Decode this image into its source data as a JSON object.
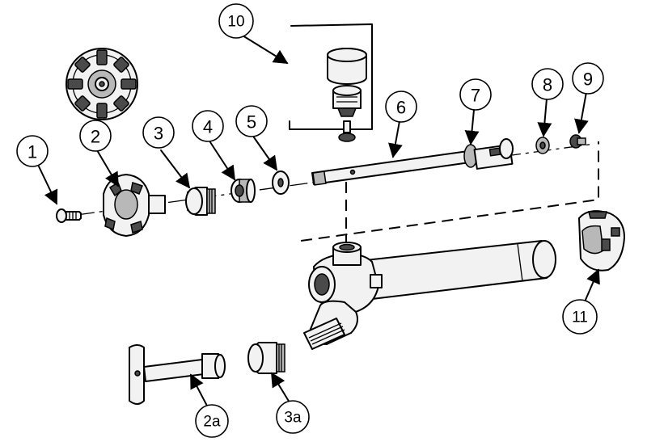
{
  "diagram": {
    "callouts": [
      {
        "id": "1",
        "label": "1"
      },
      {
        "id": "2",
        "label": "2"
      },
      {
        "id": "3",
        "label": "3"
      },
      {
        "id": "4",
        "label": "4"
      },
      {
        "id": "5",
        "label": "5"
      },
      {
        "id": "6",
        "label": "6"
      },
      {
        "id": "7",
        "label": "7"
      },
      {
        "id": "8",
        "label": "8"
      },
      {
        "id": "9",
        "label": "9"
      },
      {
        "id": "10",
        "label": "10"
      },
      {
        "id": "11",
        "label": "11"
      },
      {
        "id": "2a",
        "label": "2a"
      },
      {
        "id": "3a",
        "label": "3a"
      }
    ]
  }
}
